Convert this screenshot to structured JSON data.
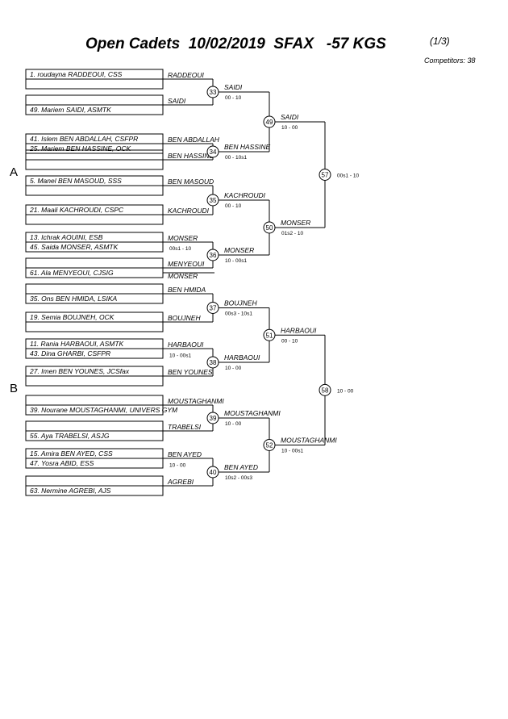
{
  "header": {
    "title": "Open Cadets  10/02/2019  SFAX   -57 KGS",
    "page": "(1/3)",
    "competitors": "Competitors: 38"
  },
  "pools": [
    "A",
    "B"
  ],
  "entries": [
    "1. roudayna RADDEOUI, CSS",
    "",
    "",
    "49. Mariem SAIDI, ASMTK",
    "41. Islem BEN ABDALLAH, CSFPR",
    "25. Mariem BEN HASSINE, OCK",
    "",
    "",
    "5. Manel BEN MASOUD, SSS",
    "",
    "21. Maali KACHROUDI, CSPC",
    "",
    "13. Ichrak AOUINI, ESB",
    "45. Saida MONSER, ASMTK",
    "",
    "61. Ala MENYEOUI, CJSIG",
    "",
    "35. Ons BEN HMIDA, LSIKA",
    "19. Semia BOUJNEH, OCK",
    "",
    "11. Rania HARBAOUI, ASMTK",
    "43. Dina GHARBI, CSFPR",
    "27. Imen BEN YOUNES, JCSfax",
    "",
    "",
    "39. Nourane MOUSTAGHANMI, UNIVERS GYM",
    "",
    "55. Aya TRABELSI, ASJG",
    "15. Amira BEN AYED, CSS",
    "47. Yosra ABID, ESS",
    "",
    "63. Nermine AGREBI, AJS"
  ],
  "round1": [
    {
      "top": "RADDEOUI",
      "bottom": "SAIDI",
      "num": "33",
      "winner": "SAIDI",
      "score": "00 - 10"
    },
    {
      "top": "BEN ABDALLAH",
      "bottom": "BEN HASSINE",
      "num": "34",
      "winner": "BEN HASSINE",
      "score": "00 - 10s1"
    },
    {
      "top": "BEN MASOUD",
      "bottom": "KACHROUDI",
      "num": "35",
      "winner": "KACHROUDI",
      "score": "00 - 10"
    },
    {
      "top": "MONSER",
      "bottom": "MENYEOUI",
      "num": "36",
      "winner": "MONSER",
      "score": "10 - 00s1",
      "pre_score": "00s1 - 10",
      "extra": "MONSER"
    },
    {
      "top": "BEN HMIDA",
      "bottom": "BOUJNEH",
      "num": "37",
      "winner": "BOUJNEH",
      "score": "00s3 - 10s1"
    },
    {
      "top": "HARBAOUI",
      "bottom": "BEN YOUNES",
      "num": "38",
      "winner": "HARBAOUI",
      "score": "10 - 00",
      "pre_score": "10 - 00s1"
    },
    {
      "top": "MOUSTAGHANMI",
      "bottom": "TRABELSI",
      "num": "39",
      "winner": "MOUSTAGHANMI",
      "score": "10 - 00"
    },
    {
      "top": "BEN AYED",
      "bottom": "AGREBI",
      "num": "40",
      "winner": "BEN AYED",
      "score": "10s2 - 00s3",
      "pre_score": "10 - 00"
    }
  ],
  "round2": [
    {
      "num": "49",
      "winner": "SAIDI",
      "score": "10 - 00"
    },
    {
      "num": "50",
      "winner": "MONSER",
      "score": "01s2 - 10"
    },
    {
      "num": "51",
      "winner": "HARBAOUI",
      "score": "00 - 10"
    },
    {
      "num": "52",
      "winner": "MOUSTAGHANMI",
      "score": "10 - 00s1"
    }
  ],
  "round3": [
    {
      "num": "57",
      "score": "00s1 - 10"
    },
    {
      "num": "58",
      "score": "10 - 00"
    }
  ]
}
